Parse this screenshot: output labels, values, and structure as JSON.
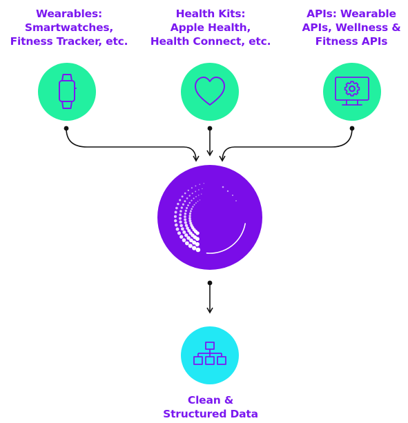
{
  "colors": {
    "accent_purple": "#7B18F0",
    "hub_purple": "#7A0DE8",
    "source_green": "#22F0A0",
    "output_cyan": "#22E8F5",
    "arrow_black": "#111111",
    "dots_white": "#ffffff"
  },
  "sources": [
    {
      "name": "wearables",
      "icon": "smartwatch-icon",
      "label_lines": [
        "Wearables:",
        "Smartwatches,",
        "Fitness Tracker, etc."
      ]
    },
    {
      "name": "health-kits",
      "icon": "heart-icon",
      "label_lines": [
        "Health Kits:",
        "Apple Health,",
        "Health Connect, etc."
      ]
    },
    {
      "name": "apis",
      "icon": "monitor-gear-icon",
      "label_lines": [
        "APIs: Wearable",
        "APIs, Wellness &",
        "Fitness APIs"
      ]
    }
  ],
  "hub": {
    "icon": "dotted-swirl-logo"
  },
  "output": {
    "icon": "hierarchy-icon",
    "label_lines": [
      "Clean &",
      "Structured Data"
    ]
  }
}
